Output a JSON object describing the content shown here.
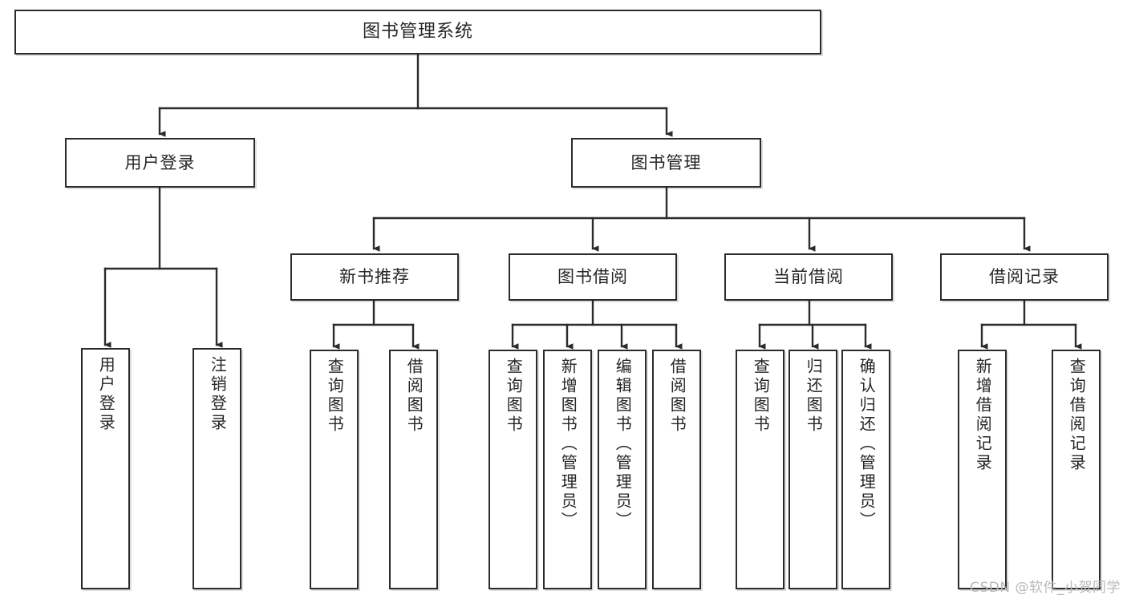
{
  "diagram": {
    "title": "图书管理系统",
    "type": "tree",
    "watermark": "CSDN @软件_小贺同学",
    "colors": {
      "box_border": "#2b2b2b",
      "box_fill": "#ffffff",
      "connector": "#2b2b2b",
      "text": "#262626",
      "watermark": "#b9b9b9"
    },
    "root": {
      "label": "图书管理系统"
    },
    "level2": [
      {
        "id": "user-login",
        "label": "用户登录"
      },
      {
        "id": "book-manage",
        "label": "图书管理"
      }
    ],
    "level3": [
      {
        "id": "new-book-recommend",
        "label": "新书推荐",
        "parent": "book-manage"
      },
      {
        "id": "book-borrow",
        "label": "图书借阅",
        "parent": "book-manage"
      },
      {
        "id": "current-borrow",
        "label": "当前借阅",
        "parent": "book-manage"
      },
      {
        "id": "borrow-record",
        "label": "借阅记录",
        "parent": "book-manage"
      }
    ],
    "leaves": [
      {
        "id": "leaf-user-login",
        "label": "用户登录",
        "parent": "user-login"
      },
      {
        "id": "leaf-logout",
        "label": "注销登录",
        "parent": "user-login"
      },
      {
        "id": "leaf-query-book-1",
        "label": "查询图书",
        "parent": "new-book-recommend"
      },
      {
        "id": "leaf-borrow-book-1",
        "label": "借阅图书",
        "parent": "new-book-recommend"
      },
      {
        "id": "leaf-query-book-2",
        "label": "查询图书",
        "parent": "book-borrow"
      },
      {
        "id": "leaf-add-book",
        "label": "新增图书（管理员）",
        "parent": "book-borrow"
      },
      {
        "id": "leaf-edit-book",
        "label": "编辑图书（管理员）",
        "parent": "book-borrow"
      },
      {
        "id": "leaf-borrow-book-2",
        "label": "借阅图书",
        "parent": "book-borrow"
      },
      {
        "id": "leaf-query-book-3",
        "label": "查询图书",
        "parent": "current-borrow"
      },
      {
        "id": "leaf-return-book",
        "label": "归还图书",
        "parent": "current-borrow"
      },
      {
        "id": "leaf-confirm-return",
        "label": "确认归还（管理员）",
        "parent": "current-borrow"
      },
      {
        "id": "leaf-add-record",
        "label": "新增借阅记录",
        "parent": "borrow-record"
      },
      {
        "id": "leaf-query-record",
        "label": "查询借阅记录",
        "parent": "borrow-record"
      }
    ]
  }
}
